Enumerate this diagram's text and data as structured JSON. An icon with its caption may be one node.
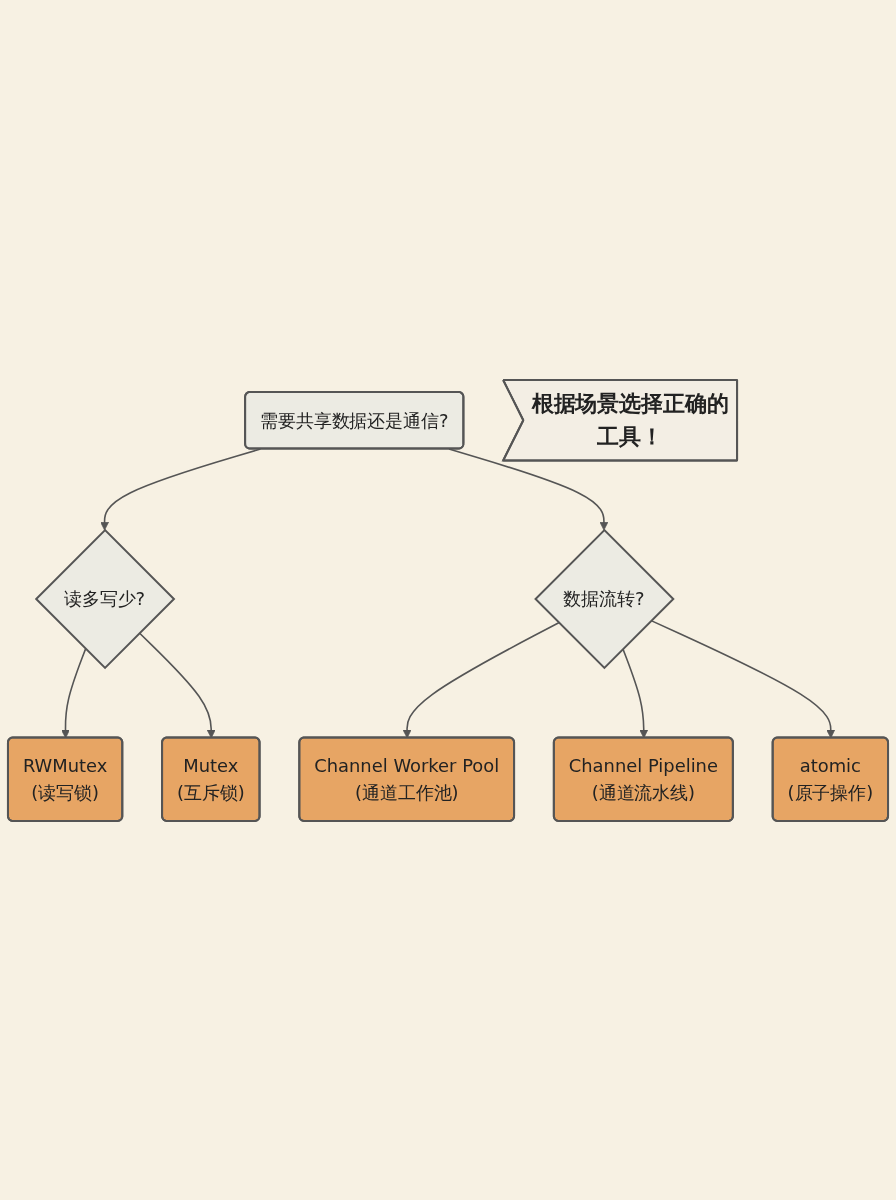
{
  "diagram": {
    "nodes": [
      {
        "text": [
          "需要共享数据还是通信?"
        ]
      },
      {
        "text": [
          "读多写少?"
        ]
      },
      {
        "text": [
          "数据流转?"
        ]
      },
      {
        "text": [
          "RWMutex",
          "(读写锁)"
        ]
      },
      {
        "text": [
          "Mutex",
          "(互斥锁)"
        ]
      },
      {
        "text": [
          "Channel Worker Pool",
          "(通道工作池)"
        ]
      },
      {
        "text": [
          "Channel Pipeline",
          "(通道流水线)"
        ]
      },
      {
        "text": [
          "atomic",
          "(原子操作)"
        ]
      },
      {
        "text": [
          "根据场景选择正确的工具！"
        ]
      }
    ],
    "edges": [
      {
        "from": 0,
        "to": 1,
        "arrow": "to"
      },
      {
        "from": 0,
        "to": 2,
        "arrow": "to"
      },
      {
        "from": 1,
        "to": 3,
        "arrow": "to"
      },
      {
        "from": 1,
        "to": 4,
        "arrow": "to"
      },
      {
        "from": 2,
        "to": 5,
        "arrow": "to"
      },
      {
        "from": 2,
        "to": 6,
        "arrow": "to"
      },
      {
        "from": 2,
        "to": 7,
        "arrow": "to"
      }
    ]
  }
}
